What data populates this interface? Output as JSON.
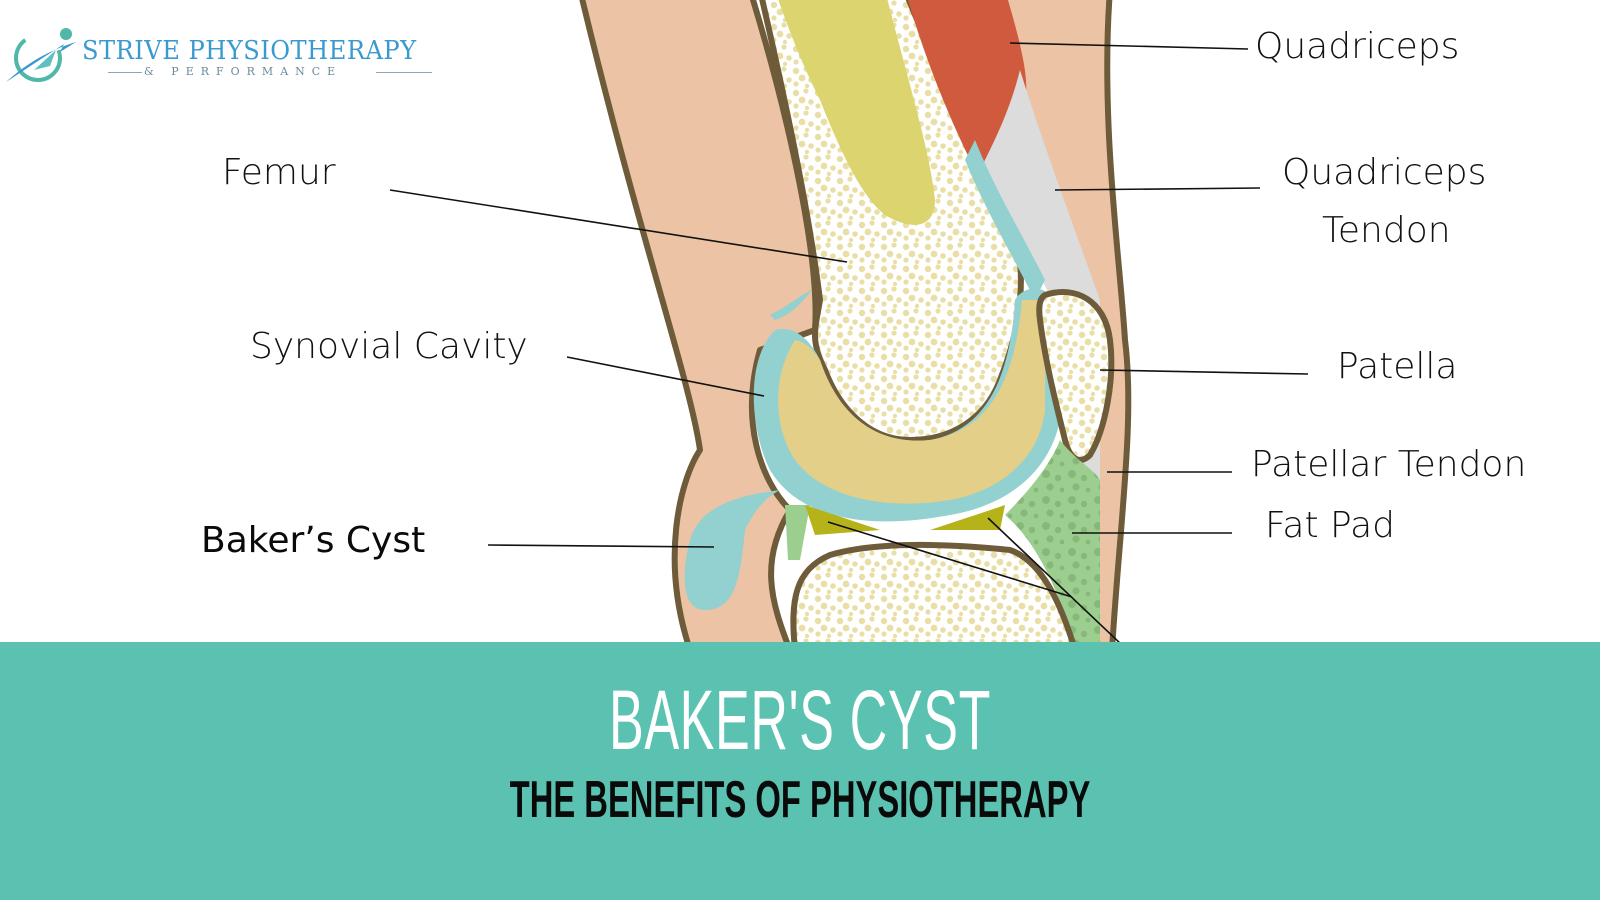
{
  "logo": {
    "name": "STRIVE PHYSIOTHERAPY",
    "tagline": "& PERFORMANCE",
    "colors": {
      "primary": "#3a9ad0",
      "accent": "#4fb8a8"
    }
  },
  "diagram": {
    "subject": "Knee joint sagittal cross-section",
    "labels": {
      "quadriceps": "Quadriceps",
      "quadriceps_tendon_1": "Quadriceps",
      "quadriceps_tendon_2": "Tendon",
      "femur": "Femur",
      "patella": "Patella",
      "synovial_cavity": "Synovial Cavity",
      "patellar_tendon": "Patellar Tendon",
      "bakers_cyst": "Baker’s Cyst",
      "fat_pad": "Fat Pad"
    },
    "colors": {
      "skin": "#ecc3a4",
      "outline": "#6e5b3a",
      "bone_marrow": "#dcd46e",
      "bone_spongy": "#e9dfa6",
      "muscle": "#d05a3e",
      "tendon": "#dcdcdc",
      "synovial_fluid": "#93d0d0",
      "cartilage": "#e4cf88",
      "fat_pad": "#9ccf8f",
      "meniscus": "#b5b21a"
    }
  },
  "banner": {
    "title": "BAKER'S CYST",
    "subtitle": "THE BENEFITS OF PHYSIOTHERAPY",
    "background": "#5bc2b2"
  }
}
